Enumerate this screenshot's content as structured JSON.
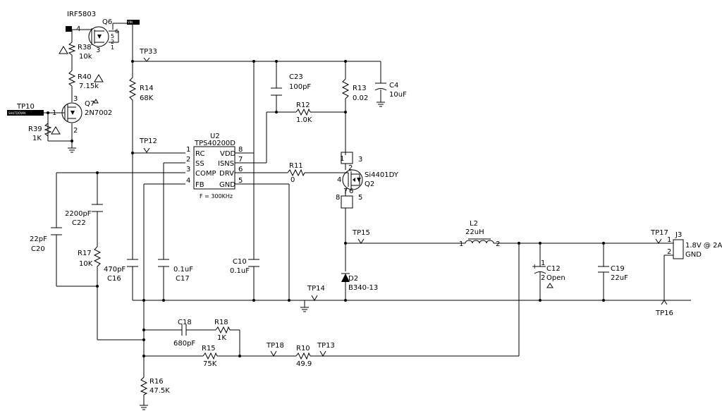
{
  "chip": {
    "ref": "U2",
    "part": "TPS40200D",
    "note": "F = 300KHz",
    "pins_left": [
      {
        "num": "1",
        "name": "RC"
      },
      {
        "num": "2",
        "name": "SS"
      },
      {
        "num": "3",
        "name": "COMP"
      },
      {
        "num": "4",
        "name": "FB"
      }
    ],
    "pins_right": [
      {
        "num": "8",
        "name": "VDD"
      },
      {
        "num": "7",
        "name": "ISNS"
      },
      {
        "num": "6",
        "name": "DRV"
      },
      {
        "num": "5",
        "name": "GND"
      }
    ]
  },
  "mosfet_q2": {
    "ref": "Q2",
    "part": "Si4401DY",
    "pins": [
      "1",
      "2",
      "3",
      "4",
      "8",
      "7",
      "6",
      "5"
    ]
  },
  "mosfet_q6": {
    "ref": "Q6",
    "part": "IRF5803",
    "pins": [
      "4",
      "3",
      "1",
      "2",
      "5",
      "6"
    ]
  },
  "mosfet_q7": {
    "ref": "Q7",
    "part": "2N7002",
    "pins": [
      "1",
      "2",
      "3"
    ]
  },
  "resistors": {
    "r10": {
      "ref": "R10",
      "value": "49.9"
    },
    "r11": {
      "ref": "R11",
      "value": "0"
    },
    "r12": {
      "ref": "R12",
      "value": "1.0K"
    },
    "r13": {
      "ref": "R13",
      "value": "0.02"
    },
    "r14": {
      "ref": "R14",
      "value": "68K"
    },
    "r15": {
      "ref": "R15",
      "value": "75K"
    },
    "r16": {
      "ref": "R16",
      "value": "47.5K"
    },
    "r17": {
      "ref": "R17",
      "value": "10K"
    },
    "r18": {
      "ref": "R18",
      "value": "1K"
    },
    "r38": {
      "ref": "R38",
      "value": "10k"
    },
    "r39": {
      "ref": "R39",
      "value": "1K"
    },
    "r40": {
      "ref": "R40",
      "value": "7.15k"
    }
  },
  "capacitors": {
    "c4": {
      "ref": "C4",
      "value": "10uF"
    },
    "c10": {
      "ref": "C10",
      "value": "0.1uF"
    },
    "c12": {
      "ref": "C12",
      "value": "Open",
      "pin1": "1",
      "pin2": "2"
    },
    "c16": {
      "ref": "C16",
      "value": "470pF"
    },
    "c17": {
      "ref": "C17",
      "value": "0.1uF"
    },
    "c18": {
      "ref": "C18",
      "value": "680pF"
    },
    "c19": {
      "ref": "C19",
      "value": "22uF"
    },
    "c20": {
      "ref": "C20",
      "value": "22pF"
    },
    "c22": {
      "ref": "C22",
      "value": "2200pF"
    },
    "c23": {
      "ref": "C23",
      "value": "100pF"
    }
  },
  "inductor": {
    "ref": "L2",
    "value": "22uH",
    "pin1": "1",
    "pin2": "2"
  },
  "diode": {
    "ref": "D2",
    "part": "B340-13"
  },
  "connector": {
    "ref": "J3",
    "pin1": "1",
    "pin2": "2",
    "label1": "1.8V @ 2A",
    "label2": "GND"
  },
  "testpoints": {
    "tp10": "TP10",
    "tp12": "TP12",
    "tp13": "TP13",
    "tp14": "TP14",
    "tp15": "TP15",
    "tp16": "TP16",
    "tp17": "TP17",
    "tp18": "TP18",
    "tp33": "TP33"
  },
  "net_flags": {
    "shutdown": "SHUTDOWN",
    "vin": "VIN"
  }
}
